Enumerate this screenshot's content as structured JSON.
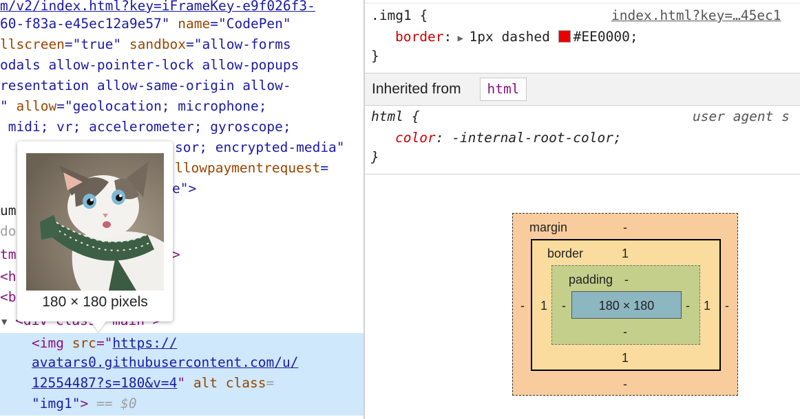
{
  "elements": {
    "lines": [
      {
        "text": "m/v2/index.html?key=iFrameKey-e9f026f3-"
      },
      {
        "pre": "60-f83a-e45ec12a9e57\" ",
        "attr": "name",
        "eq": "=\"",
        "val": "CodePen",
        "post": "\""
      },
      {
        "attr": "llscreen",
        "eq": "=\"",
        "val": "true",
        "post": "\" ",
        "attr2": "sandbox",
        "eq2": "=\"",
        "val2": "allow-forms"
      },
      {
        "text": "odals allow-pointer-lock allow-popups"
      },
      {
        "text": "resentation allow-same-origin allow-"
      },
      {
        "pre": "\" ",
        "attr": "allow",
        "eq": "=\"",
        "val": "geolocation; microphone;"
      },
      {
        "text": " midi; vr; accelerometer; gyroscope;"
      },
      {
        "text": "sor; encrypted-media\""
      },
      {
        "attr": "llowpaymentrequest",
        "eq": "="
      },
      {
        "text": "e\">"
      },
      {
        "text": "um"
      },
      {
        "text": "do"
      },
      {
        "text": "tm"
      },
      {
        "text": "<h"
      },
      {
        "text": "<b"
      }
    ],
    "div_line": "<div class=\"main\">",
    "img_open": "<img ",
    "img_src_attr": "src",
    "img_src_url_1": "https://",
    "img_src_url_2": "avatars0.githubusercontent.com/u/",
    "img_src_url_3": "12554487?s=180&v=4",
    "img_alt_attr": "alt",
    "img_class_attr": "class",
    "img_class_val": "\"img1\"",
    "img_close": ">",
    "img_eq": " == ",
    "img_dollar": "$0",
    "tooltip_caption": "180 × 180 pixels"
  },
  "styles": {
    "rule1_selector": ".img1 {",
    "rule1_source": "index.html?key=…45ec1",
    "rule1_prop": "border",
    "rule1_value": "1px dashed ",
    "rule1_color": "#EE0000",
    "rule1_semicolon": ";",
    "rule_close": "}",
    "inherited_label": "Inherited from",
    "inherited_chip": "html",
    "rule2_selector": "html {",
    "rule2_source": "user agent s",
    "rule2_prop": "color",
    "rule2_value": "-internal-root-color;"
  },
  "box_model": {
    "margin_label": "margin",
    "margin_top": "-",
    "margin_bottom": "-",
    "margin_left": "-",
    "margin_right": "-",
    "border_label": "border",
    "border_top": "1",
    "border_bottom": "1",
    "border_left": "1",
    "border_right": "1",
    "padding_label": "padding",
    "padding_top": "-",
    "padding_bottom": "-",
    "padding_left": "-",
    "padding_right": "-",
    "content_size": "180 × 180"
  },
  "colors": {
    "swatch": "#EE0000",
    "selection": "#cfe8fc"
  }
}
